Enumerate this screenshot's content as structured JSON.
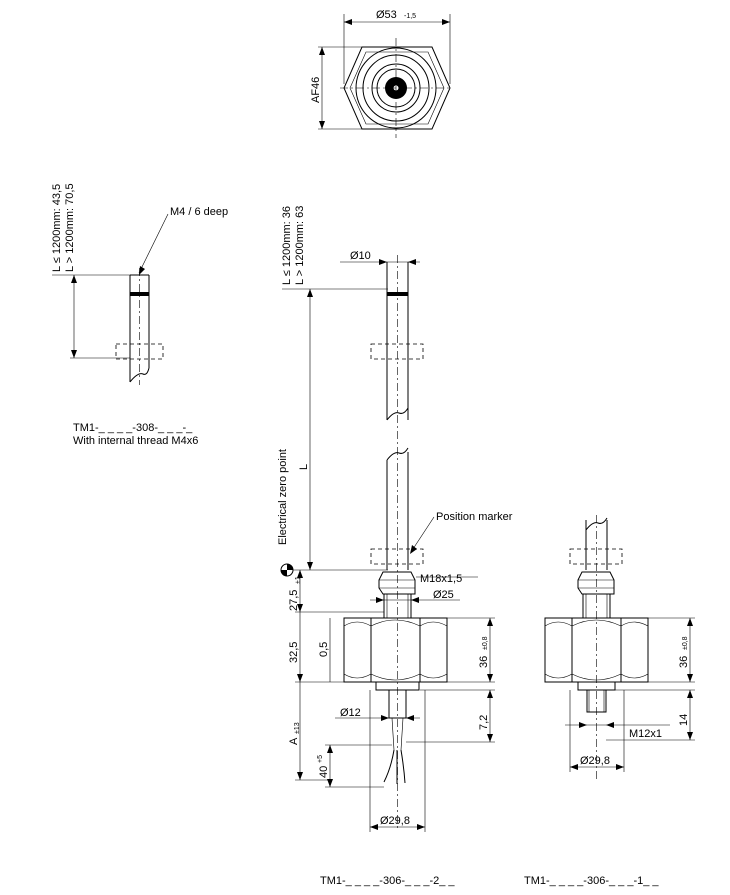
{
  "top_view": {
    "diameter_label": "Ø53",
    "diameter_tol": "-1,5",
    "af_label": "AF46"
  },
  "internal_thread_variant": {
    "length_label_1": "L ≤ 1200mm: 43,5",
    "length_label_2": "L > 1200mm: 70,5",
    "thread_callout": "M4 / 6 deep",
    "code": "TM1-_ _ _ _-308-_ _ _-_",
    "description": "With internal thread  M4x6"
  },
  "main_view": {
    "length_label_1": "L ≤ 1200mm: 36",
    "length_label_2": "L > 1200mm: 63",
    "rod_diameter": "Ø10",
    "length_L": "L",
    "zero_point": "Electrical zero point",
    "position_marker": "Position marker",
    "thread_m18": "M18x1,5",
    "dim_27_5": "27,5",
    "dim_27_5_tol": "±1",
    "dim_25": "Ø25",
    "dim_0_5": "0,5",
    "dim_32_5": "32,5",
    "dim_36": "36",
    "dim_36_tol": "±0,8",
    "dim_12": "Ø12",
    "dim_7_2": "7,2",
    "dim_A": "A",
    "dim_A_tol": "±13",
    "dim_40": "40",
    "dim_40_tol": "+5",
    "dim_29_8": "Ø29,8",
    "code": "TM1-_ _ _ _-306-_ _ _-2_ _"
  },
  "right_view": {
    "dim_36": "36",
    "dim_36_tol": "±0,8",
    "thread_m12": "M12x1",
    "dim_14": "14",
    "dim_29_8": "Ø29,8",
    "code": "TM1-_ _ _ _-306-_ _ _-1_ _"
  }
}
